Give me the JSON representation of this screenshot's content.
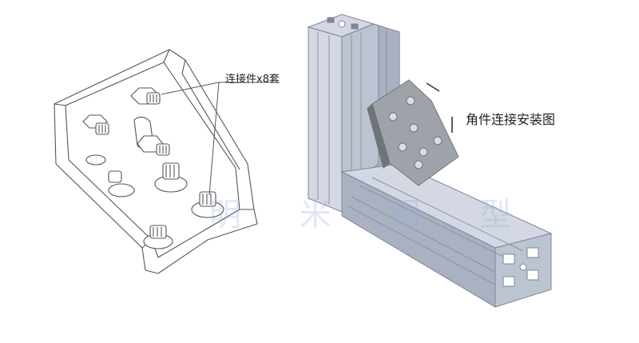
{
  "left_figure": {
    "callout_label": "连接件x8套"
  },
  "right_figure": {
    "caption": "角件连接安装图"
  },
  "watermark": {
    "text": "明 米 铝 型"
  },
  "colors": {
    "line_art": "#555555",
    "profile_light": "#d3d8e2",
    "profile_mid": "#aab2c2",
    "profile_dark": "#7d8599",
    "bracket": "#9ea3aa",
    "bracket_dark": "#6f747b"
  }
}
